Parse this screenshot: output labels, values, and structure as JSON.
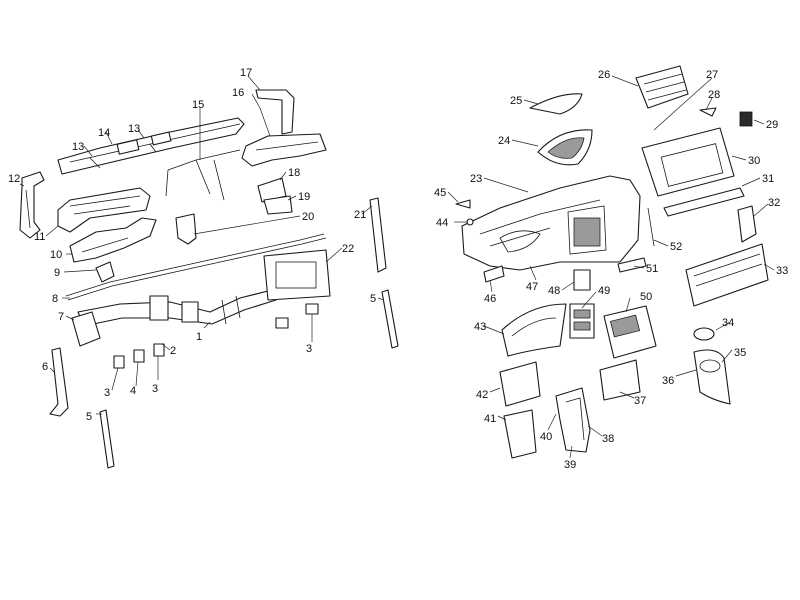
{
  "callouts": [
    {
      "id": "c1",
      "text": "1"
    },
    {
      "id": "c2",
      "text": "2"
    },
    {
      "id": "c3a",
      "text": "3"
    },
    {
      "id": "c3b",
      "text": "3"
    },
    {
      "id": "c3c",
      "text": "3"
    },
    {
      "id": "c4",
      "text": "4"
    },
    {
      "id": "c5a",
      "text": "5"
    },
    {
      "id": "c5b",
      "text": "5"
    },
    {
      "id": "c6",
      "text": "6"
    },
    {
      "id": "c7",
      "text": "7"
    },
    {
      "id": "c8",
      "text": "8"
    },
    {
      "id": "c9",
      "text": "9"
    },
    {
      "id": "c10",
      "text": "10"
    },
    {
      "id": "c11",
      "text": "11"
    },
    {
      "id": "c12",
      "text": "12"
    },
    {
      "id": "c13a",
      "text": "13"
    },
    {
      "id": "c13b",
      "text": "13"
    },
    {
      "id": "c14",
      "text": "14"
    },
    {
      "id": "c15",
      "text": "15"
    },
    {
      "id": "c16",
      "text": "16"
    },
    {
      "id": "c17",
      "text": "17"
    },
    {
      "id": "c18",
      "text": "18"
    },
    {
      "id": "c19",
      "text": "19"
    },
    {
      "id": "c20",
      "text": "20"
    },
    {
      "id": "c21",
      "text": "21"
    },
    {
      "id": "c22",
      "text": "22"
    },
    {
      "id": "c23",
      "text": "23"
    },
    {
      "id": "c24",
      "text": "24"
    },
    {
      "id": "c25",
      "text": "25"
    },
    {
      "id": "c26",
      "text": "26"
    },
    {
      "id": "c27",
      "text": "27"
    },
    {
      "id": "c28",
      "text": "28"
    },
    {
      "id": "c29",
      "text": "29"
    },
    {
      "id": "c30",
      "text": "30"
    },
    {
      "id": "c31",
      "text": "31"
    },
    {
      "id": "c32",
      "text": "32"
    },
    {
      "id": "c33",
      "text": "33"
    },
    {
      "id": "c34",
      "text": "34"
    },
    {
      "id": "c35",
      "text": "35"
    },
    {
      "id": "c36",
      "text": "36"
    },
    {
      "id": "c37",
      "text": "37"
    },
    {
      "id": "c38",
      "text": "38"
    },
    {
      "id": "c39",
      "text": "39"
    },
    {
      "id": "c40",
      "text": "40"
    },
    {
      "id": "c41",
      "text": "41"
    },
    {
      "id": "c42",
      "text": "42"
    },
    {
      "id": "c43",
      "text": "43"
    },
    {
      "id": "c44",
      "text": "44"
    },
    {
      "id": "c45",
      "text": "45"
    },
    {
      "id": "c46",
      "text": "46"
    },
    {
      "id": "c47",
      "text": "47"
    },
    {
      "id": "c48",
      "text": "48"
    },
    {
      "id": "c49",
      "text": "49"
    },
    {
      "id": "c50",
      "text": "50"
    },
    {
      "id": "c51",
      "text": "51"
    },
    {
      "id": "c52",
      "text": "52"
    }
  ]
}
